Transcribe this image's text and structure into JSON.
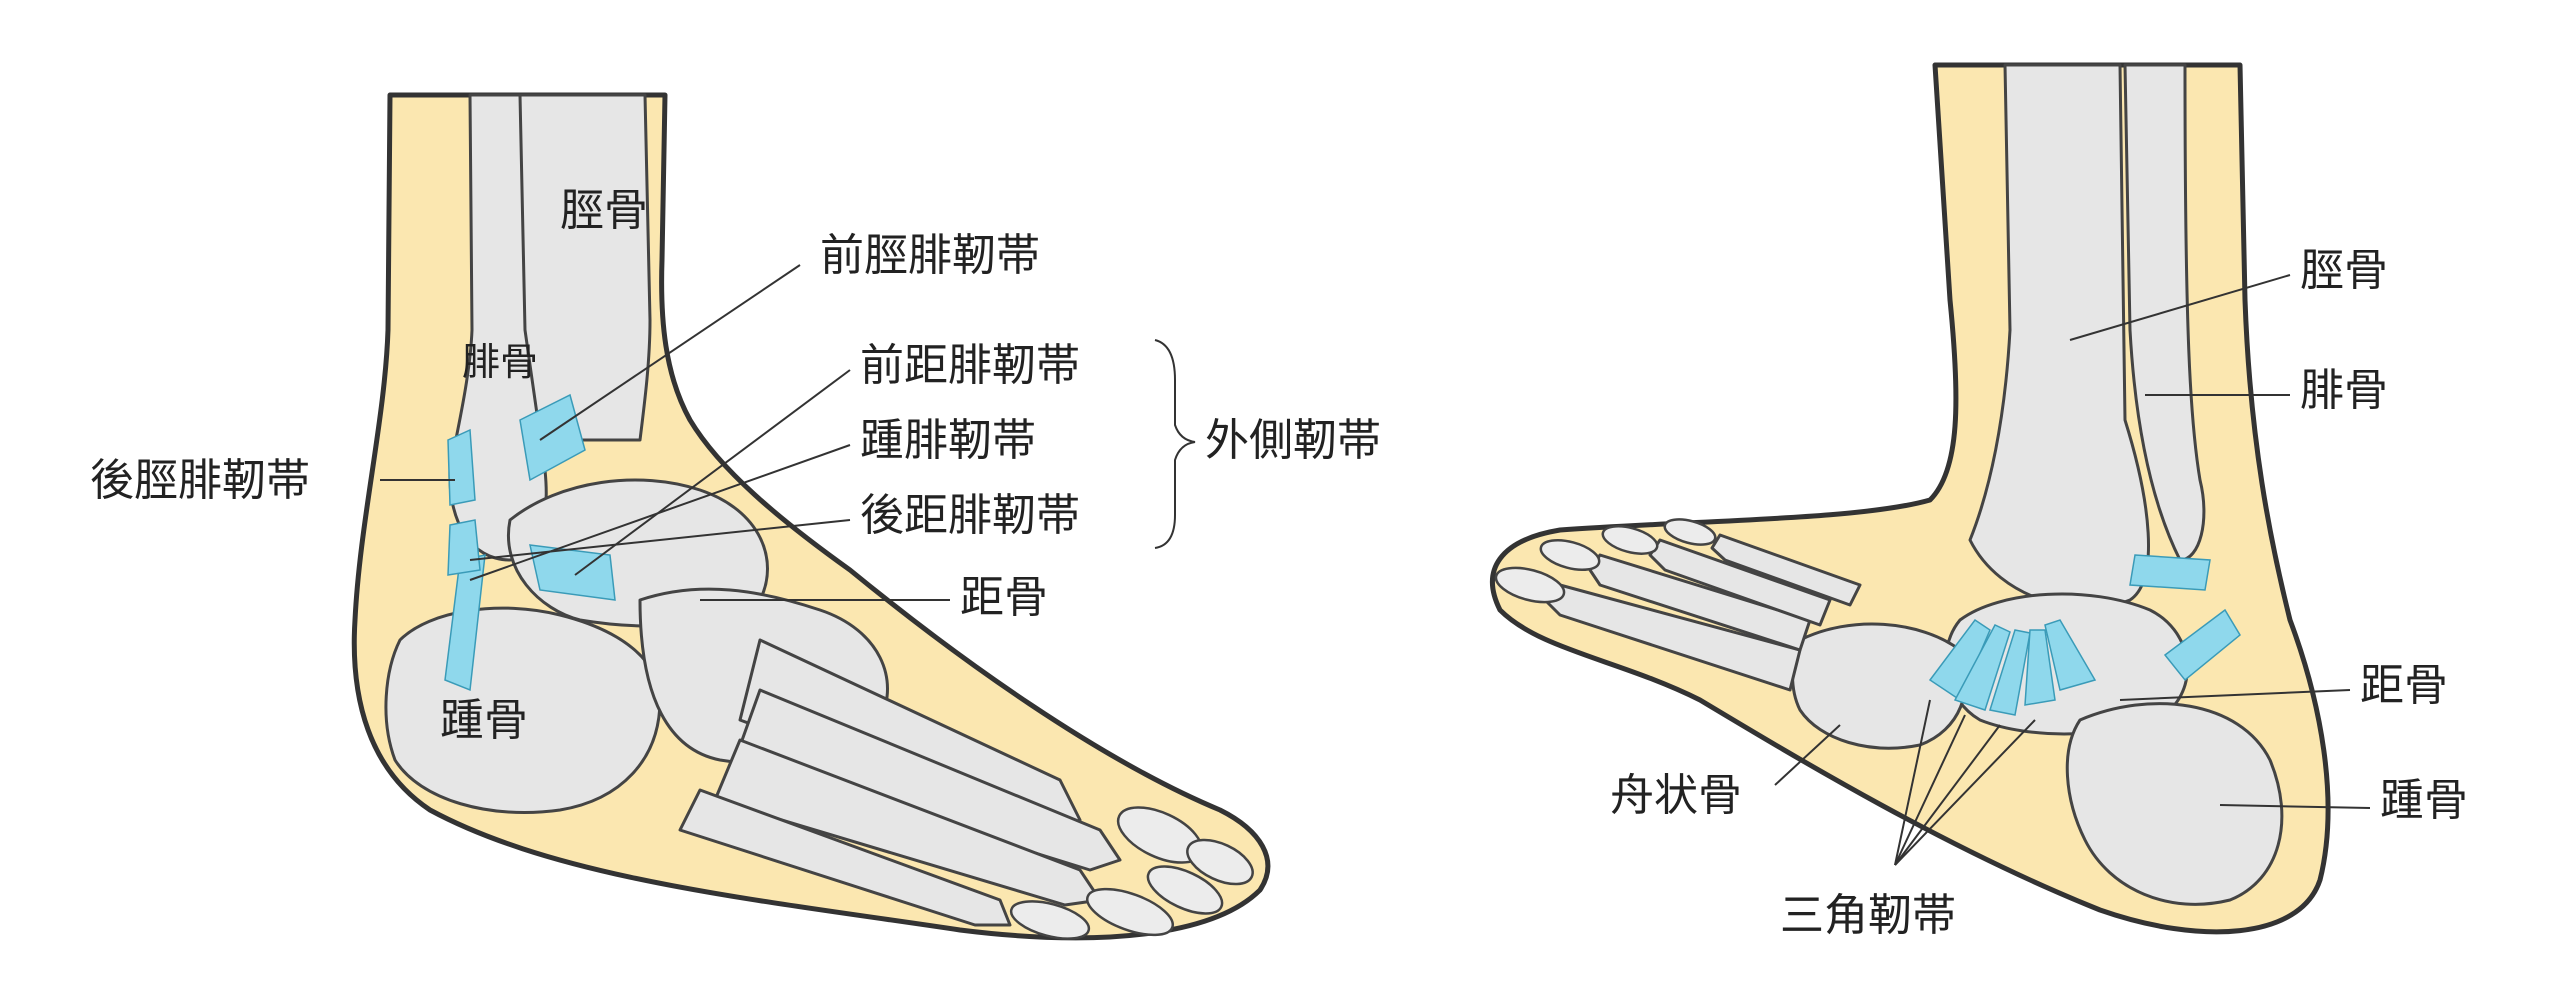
{
  "labels": {
    "tibia": "脛骨",
    "fibula": "腓骨",
    "anterior_tibiofibular_ligament": "前脛腓靭帯",
    "posterior_tibiofibular_ligament": "後脛腓靭帯",
    "anterior_talofibular_ligament": "前距腓靭帯",
    "calcaneofibular_ligament": "踵腓靭帯",
    "posterior_talofibular_ligament": "後距腓靭帯",
    "lateral_ligaments": "外側靭帯",
    "talus": "距骨",
    "calcaneus": "踵骨",
    "navicular": "舟状骨",
    "deltoid_ligament": "三角靭帯"
  },
  "colors": {
    "skin": "#fbe7b0",
    "bone": "#e6e6e6",
    "ligament": "#8fd8ec",
    "outline": "#333333"
  }
}
